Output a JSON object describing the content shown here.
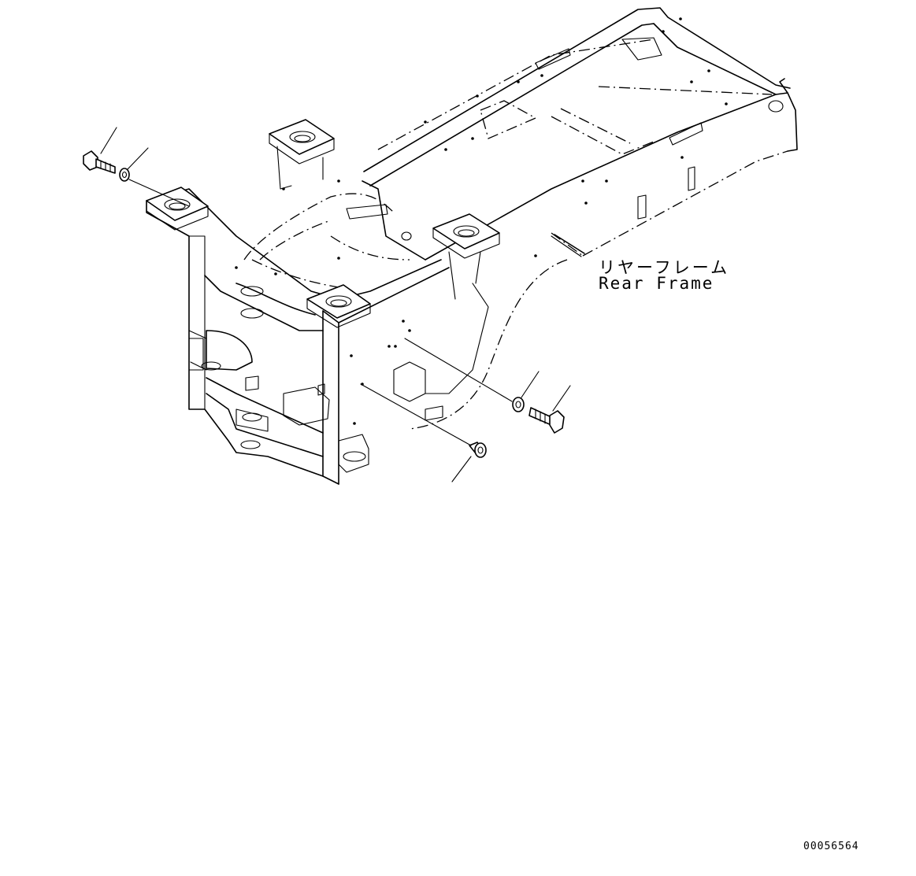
{
  "diagram": {
    "part_name_jp": "リヤーフレーム",
    "part_name_en": "Rear Frame",
    "drawing_number": "00056564"
  }
}
